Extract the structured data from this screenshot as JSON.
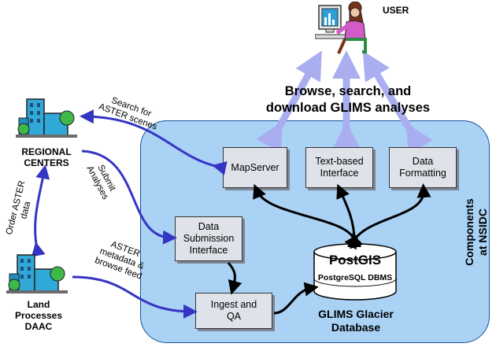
{
  "user_label": "USER",
  "browse_text": "Browse, search, and\ndownload GLIMS analyses",
  "boxes": {
    "mapserver": "MapServer",
    "text_interface": "Text-based\nInterface",
    "data_formatting": "Data\nFormatting",
    "data_submission": "Data\nSubmission\nInterface",
    "ingest_qa": "Ingest and\nQA"
  },
  "database": {
    "postgis": "PostGIS",
    "postgresql": "PostgreSQL DBMS",
    "caption": "GLIMS Glacier\nDatabase"
  },
  "components_label": "Components\nat NSIDC",
  "regional_centers": "REGIONAL\nCENTERS",
  "land_processes": "Land\nProcesses\nDAAC",
  "flow_labels": {
    "search": "Search for\nASTER scenes",
    "submit": "Submit\nAnalyses",
    "order": "Order ASTER\ndata",
    "metadata": "ASTER\nmetadata &\nbrowse feed"
  },
  "colors": {
    "panel": "#a9d2f5",
    "panel_border": "#1c4f99",
    "flow_arrow": "#3535c4",
    "browse_arrow": "#a9aef0",
    "box_fill": "#dfe3e9"
  }
}
